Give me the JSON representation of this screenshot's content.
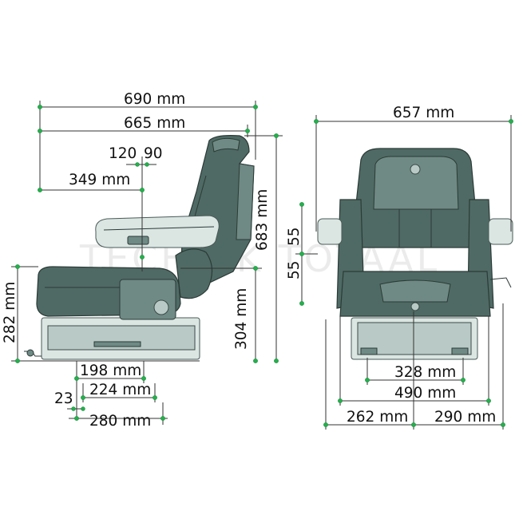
{
  "watermark": "TECHNIK TOTAAL",
  "side_view": {
    "dimensions": {
      "width_total": "690 mm",
      "width_seat": "665 mm",
      "offset_120": "120",
      "offset_90": "90",
      "depth_349": "349 mm",
      "height_683": "683 mm",
      "height_282": "282 mm",
      "height_304": "304 mm",
      "base_198": "198 mm",
      "base_224": "224 mm",
      "base_23": "23",
      "base_280": "280 mm",
      "armrest_55_upper": "55",
      "armrest_55_lower": "55"
    }
  },
  "front_view": {
    "dimensions": {
      "width_total": "657 mm",
      "base_328": "328 mm",
      "base_490": "490 mm",
      "left_262": "262 mm",
      "right_290": "290 mm"
    }
  },
  "colors": {
    "accent_dot": "#22b14c",
    "seat_dark": "#4f6a64",
    "seat_light": "#b9cac6"
  }
}
